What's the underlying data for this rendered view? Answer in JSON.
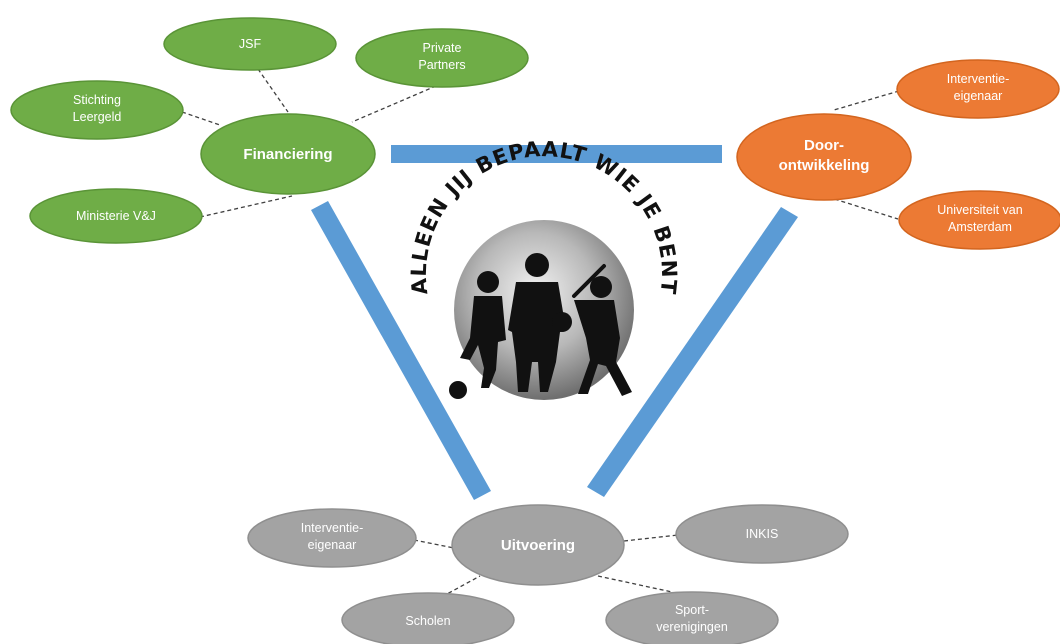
{
  "colors": {
    "green": "#6fad47",
    "green_stroke": "#5a9437",
    "orange": "#ec7a34",
    "orange_stroke": "#d3651f",
    "grey": "#a3a3a3",
    "grey_stroke": "#8f8f8f",
    "blue_bar": "#5b9bd5",
    "dash": "#404040"
  },
  "hubs": {
    "financiering": {
      "label": "Financiering"
    },
    "doorontwikkeling": {
      "label_line1": "Door-",
      "label_line2": "ontwikkeling"
    },
    "uitvoering": {
      "label": "Uitvoering"
    }
  },
  "financiering_partners": {
    "jsf": "JSF",
    "private_partners": {
      "line1": "Private",
      "line2": "Partners"
    },
    "stichting_leergeld": {
      "line1": "Stichting",
      "line2": "Leergeld"
    },
    "ministerie": "Ministerie V&J"
  },
  "doorontwikkeling_partners": {
    "interventie_eigenaar": {
      "line1": "Interventie-",
      "line2": "eigenaar"
    },
    "uva": {
      "line1": "Universiteit van",
      "line2": "Amsterdam"
    }
  },
  "uitvoering_partners": {
    "interventie_eigenaar": {
      "line1": "Interventie-",
      "line2": "eigenaar"
    },
    "inkis": "INKIS",
    "scholen": "Scholen",
    "sportverenigingen": {
      "line1": "Sport-",
      "line2": "verenigingen"
    }
  },
  "logo": {
    "text": "ALLEEN JIJ BEPAALT WIE JE BENT",
    "icon": "sports-silhouettes-logo"
  }
}
